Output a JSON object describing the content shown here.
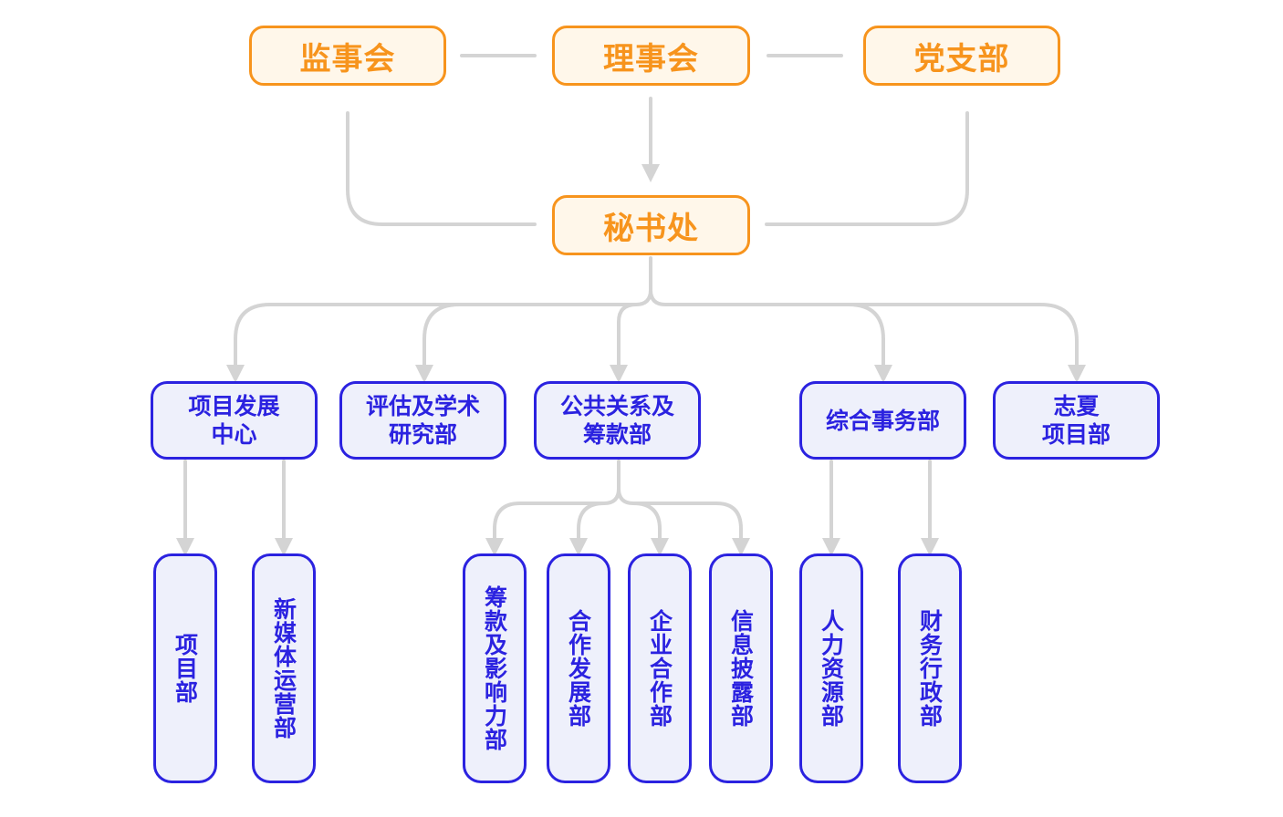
{
  "top": {
    "supervisors": "监事会",
    "board": "理事会",
    "party_branch": "党支部",
    "secretariat": "秘书处"
  },
  "departments": [
    "项目发展\n中心",
    "评估及学术\n研究部",
    "公共关系及\n筹款部",
    "综合事务部",
    "志夏\n项目部"
  ],
  "sub_departments": [
    "项目部",
    "新媒体运营部",
    "筹款及影响力部",
    "合作发展部",
    "企业合作部",
    "信息披露部",
    "人力资源部",
    "财务行政部"
  ],
  "colors": {
    "top_accent": "#f7941d",
    "top_fill": "#fff7ea",
    "dept_accent": "#2b22e0",
    "dept_fill": "#eef0fb",
    "connector": "#d4d4d4"
  }
}
